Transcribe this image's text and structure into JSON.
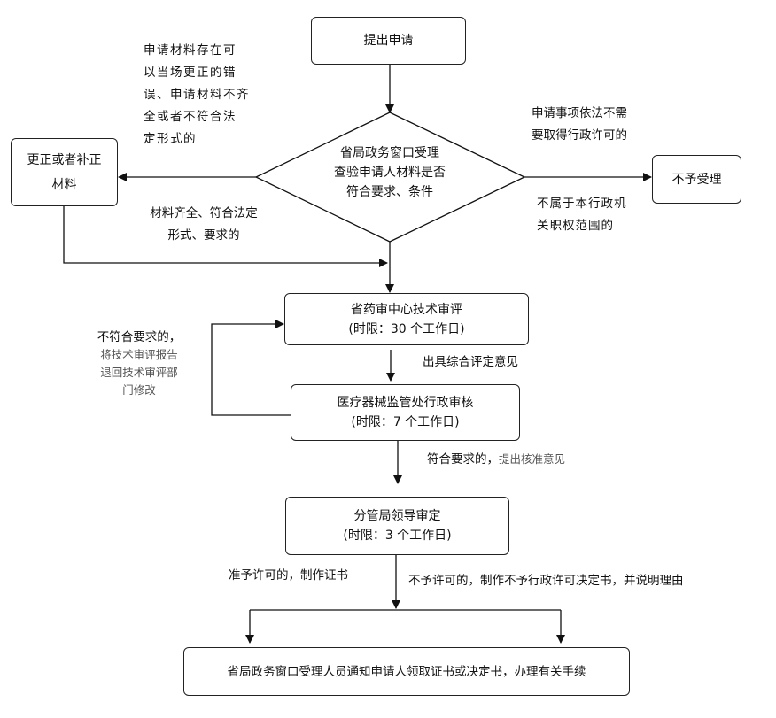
{
  "nodes": {
    "submit": "提出申请",
    "review": [
      "省局政务窗口受理",
      "查验申请人材料是否",
      "符合要求、条件"
    ],
    "correct": [
      "更正或者补正",
      "材料"
    ],
    "reject": "不予受理",
    "tech_review": [
      "省药审中心技术审评",
      "(时限：30 个工作日)"
    ],
    "dept_review": [
      "医疗器械监管处行政审核",
      "(时限：7 个工作日)"
    ],
    "leader_review": [
      "分管局领导审定",
      "(时限：3 个工作日)"
    ],
    "notify": "省局政务窗口受理人员通知申请人领取证书或决定书，办理有关手续"
  },
  "labels": {
    "correctable": [
      "申请材料存在可",
      "以当场更正的错",
      "误、申请材料不齐",
      "全或者不符合法",
      "定形式的"
    ],
    "no_permit_needed": [
      "申请事项依法不需",
      "要取得行政许可的"
    ],
    "not_in_scope": [
      "不属于本行政机",
      "关职权范围的"
    ],
    "complete": [
      "材料齐全、符合法定",
      "形式、要求的"
    ],
    "return_1": "不符合要求的，",
    "return_2": [
      "将技术审评报告",
      "退回技术审评部",
      "门修改"
    ],
    "comprehensive": "出具综合评定意见",
    "approve_1": "符合要求的，",
    "approve_2": "提出核准意见",
    "permit": "准予许可的，制作证书",
    "deny": "不予许可的，制作不予行政许可决定书，并说明理由"
  }
}
